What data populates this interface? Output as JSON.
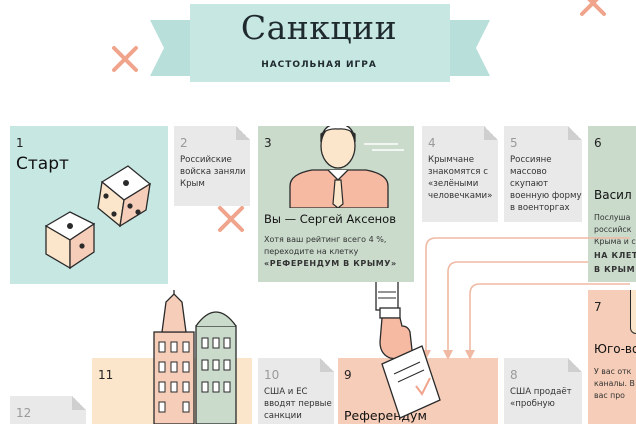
{
  "header": {
    "title": "Санкции",
    "subtitle": "НАСТОЛЬНАЯ ИГРА"
  },
  "colors": {
    "teal": "#c7e7e3",
    "sage": "#cadbcc",
    "peach": "#f6cdb8",
    "cream": "#fbe6cb",
    "grey": "#e9e9e9",
    "marker": "#f0a48c",
    "arrow": "#f0b9a4"
  },
  "cells": {
    "c1": {
      "num": "1",
      "title": "Старт"
    },
    "c2": {
      "num": "2",
      "text": "Российские войска заняли Крым"
    },
    "c3": {
      "num": "3",
      "title": "Вы — Сергей Аксенов",
      "text": "Хотя ваш рейтинг всего 4 %, переходите на клетку",
      "link": "«РЕФЕРЕНДУМ В КРЫМУ»"
    },
    "c4": {
      "num": "4",
      "text": "Крымчане знакомятся с «зелёными человечками»"
    },
    "c5": {
      "num": "5",
      "text": "Россияне массово скупают военную форму в военторгах"
    },
    "c6": {
      "num": "6",
      "title": "Васил",
      "text": "Послуша российск Крыма и с",
      "link1": "НА КЛЕТК",
      "link2": "В КРЫМ"
    },
    "c7": {
      "num": "7",
      "title": "Юго-во",
      "text": "У вас отк каналы. В у вас про"
    },
    "c8": {
      "num": "8",
      "text": "США продаёт «пробную"
    },
    "c9": {
      "num": "9",
      "title": "Референдум"
    },
    "c10": {
      "num": "10",
      "text": "США и ЕС вводят первые санкции против"
    },
    "c11": {
      "num": "11"
    },
    "c12": {
      "num": "12"
    }
  }
}
